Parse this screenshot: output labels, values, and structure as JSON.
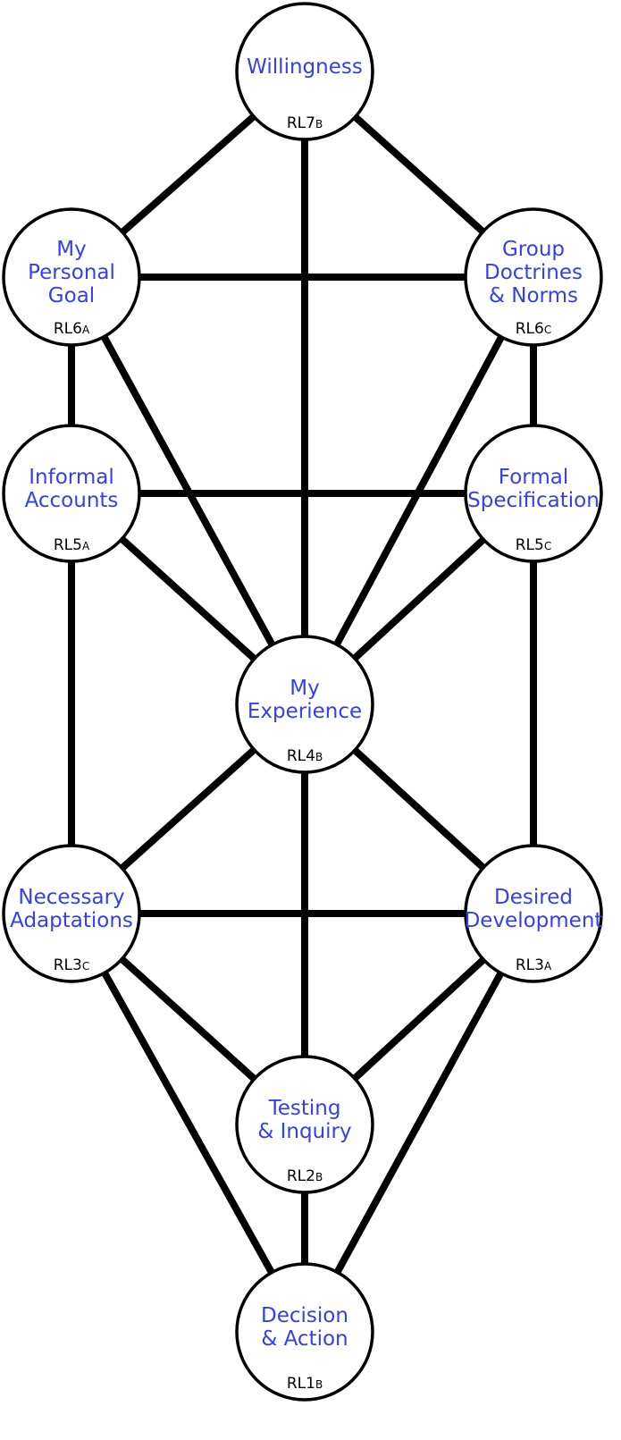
{
  "nodes": {
    "rl7b": {
      "lines": [
        "Willingness"
      ],
      "code": "RL7",
      "code_suffix": "B"
    },
    "rl6a": {
      "lines": [
        "My",
        "Personal",
        "Goal"
      ],
      "code": "RL6",
      "code_suffix": "A"
    },
    "rl6c": {
      "lines": [
        "Group",
        "Doctrines",
        "& Norms"
      ],
      "code": "RL6",
      "code_suffix": "C"
    },
    "rl5a": {
      "lines": [
        "Informal",
        "Accounts"
      ],
      "code": "RL5",
      "code_suffix": "A"
    },
    "rl5c": {
      "lines": [
        "Formal",
        "Specification"
      ],
      "code": "RL5",
      "code_suffix": "C"
    },
    "rl4b": {
      "lines": [
        "My",
        "Experience"
      ],
      "code": "RL4",
      "code_suffix": "B"
    },
    "rl3c": {
      "lines": [
        "Necessary",
        "Adaptations"
      ],
      "code": "RL3",
      "code_suffix": "C"
    },
    "rl3a": {
      "lines": [
        "Desired",
        "Development"
      ],
      "code": "RL3",
      "code_suffix": "A"
    },
    "rl2b": {
      "lines": [
        "Testing",
        "& Inquiry"
      ],
      "code": "RL2",
      "code_suffix": "B"
    },
    "rl1b": {
      "lines": [
        "Decision",
        "& Action"
      ],
      "code": "RL1",
      "code_suffix": "B"
    }
  },
  "edges": [
    [
      "rl7b",
      "rl6a"
    ],
    [
      "rl7b",
      "rl6c"
    ],
    [
      "rl7b",
      "rl4b"
    ],
    [
      "rl6a",
      "rl6c"
    ],
    [
      "rl6a",
      "rl5a"
    ],
    [
      "rl6a",
      "rl4b"
    ],
    [
      "rl6c",
      "rl5c"
    ],
    [
      "rl6c",
      "rl4b"
    ],
    [
      "rl5a",
      "rl5c"
    ],
    [
      "rl5a",
      "rl4b"
    ],
    [
      "rl5a",
      "rl3c"
    ],
    [
      "rl5c",
      "rl4b"
    ],
    [
      "rl5c",
      "rl3a"
    ],
    [
      "rl4b",
      "rl3c"
    ],
    [
      "rl4b",
      "rl3a"
    ],
    [
      "rl4b",
      "rl2b"
    ],
    [
      "rl3c",
      "rl3a"
    ],
    [
      "rl3c",
      "rl2b"
    ],
    [
      "rl3c",
      "rl1b"
    ],
    [
      "rl3a",
      "rl2b"
    ],
    [
      "rl3a",
      "rl1b"
    ],
    [
      "rl2b",
      "rl1b"
    ]
  ]
}
